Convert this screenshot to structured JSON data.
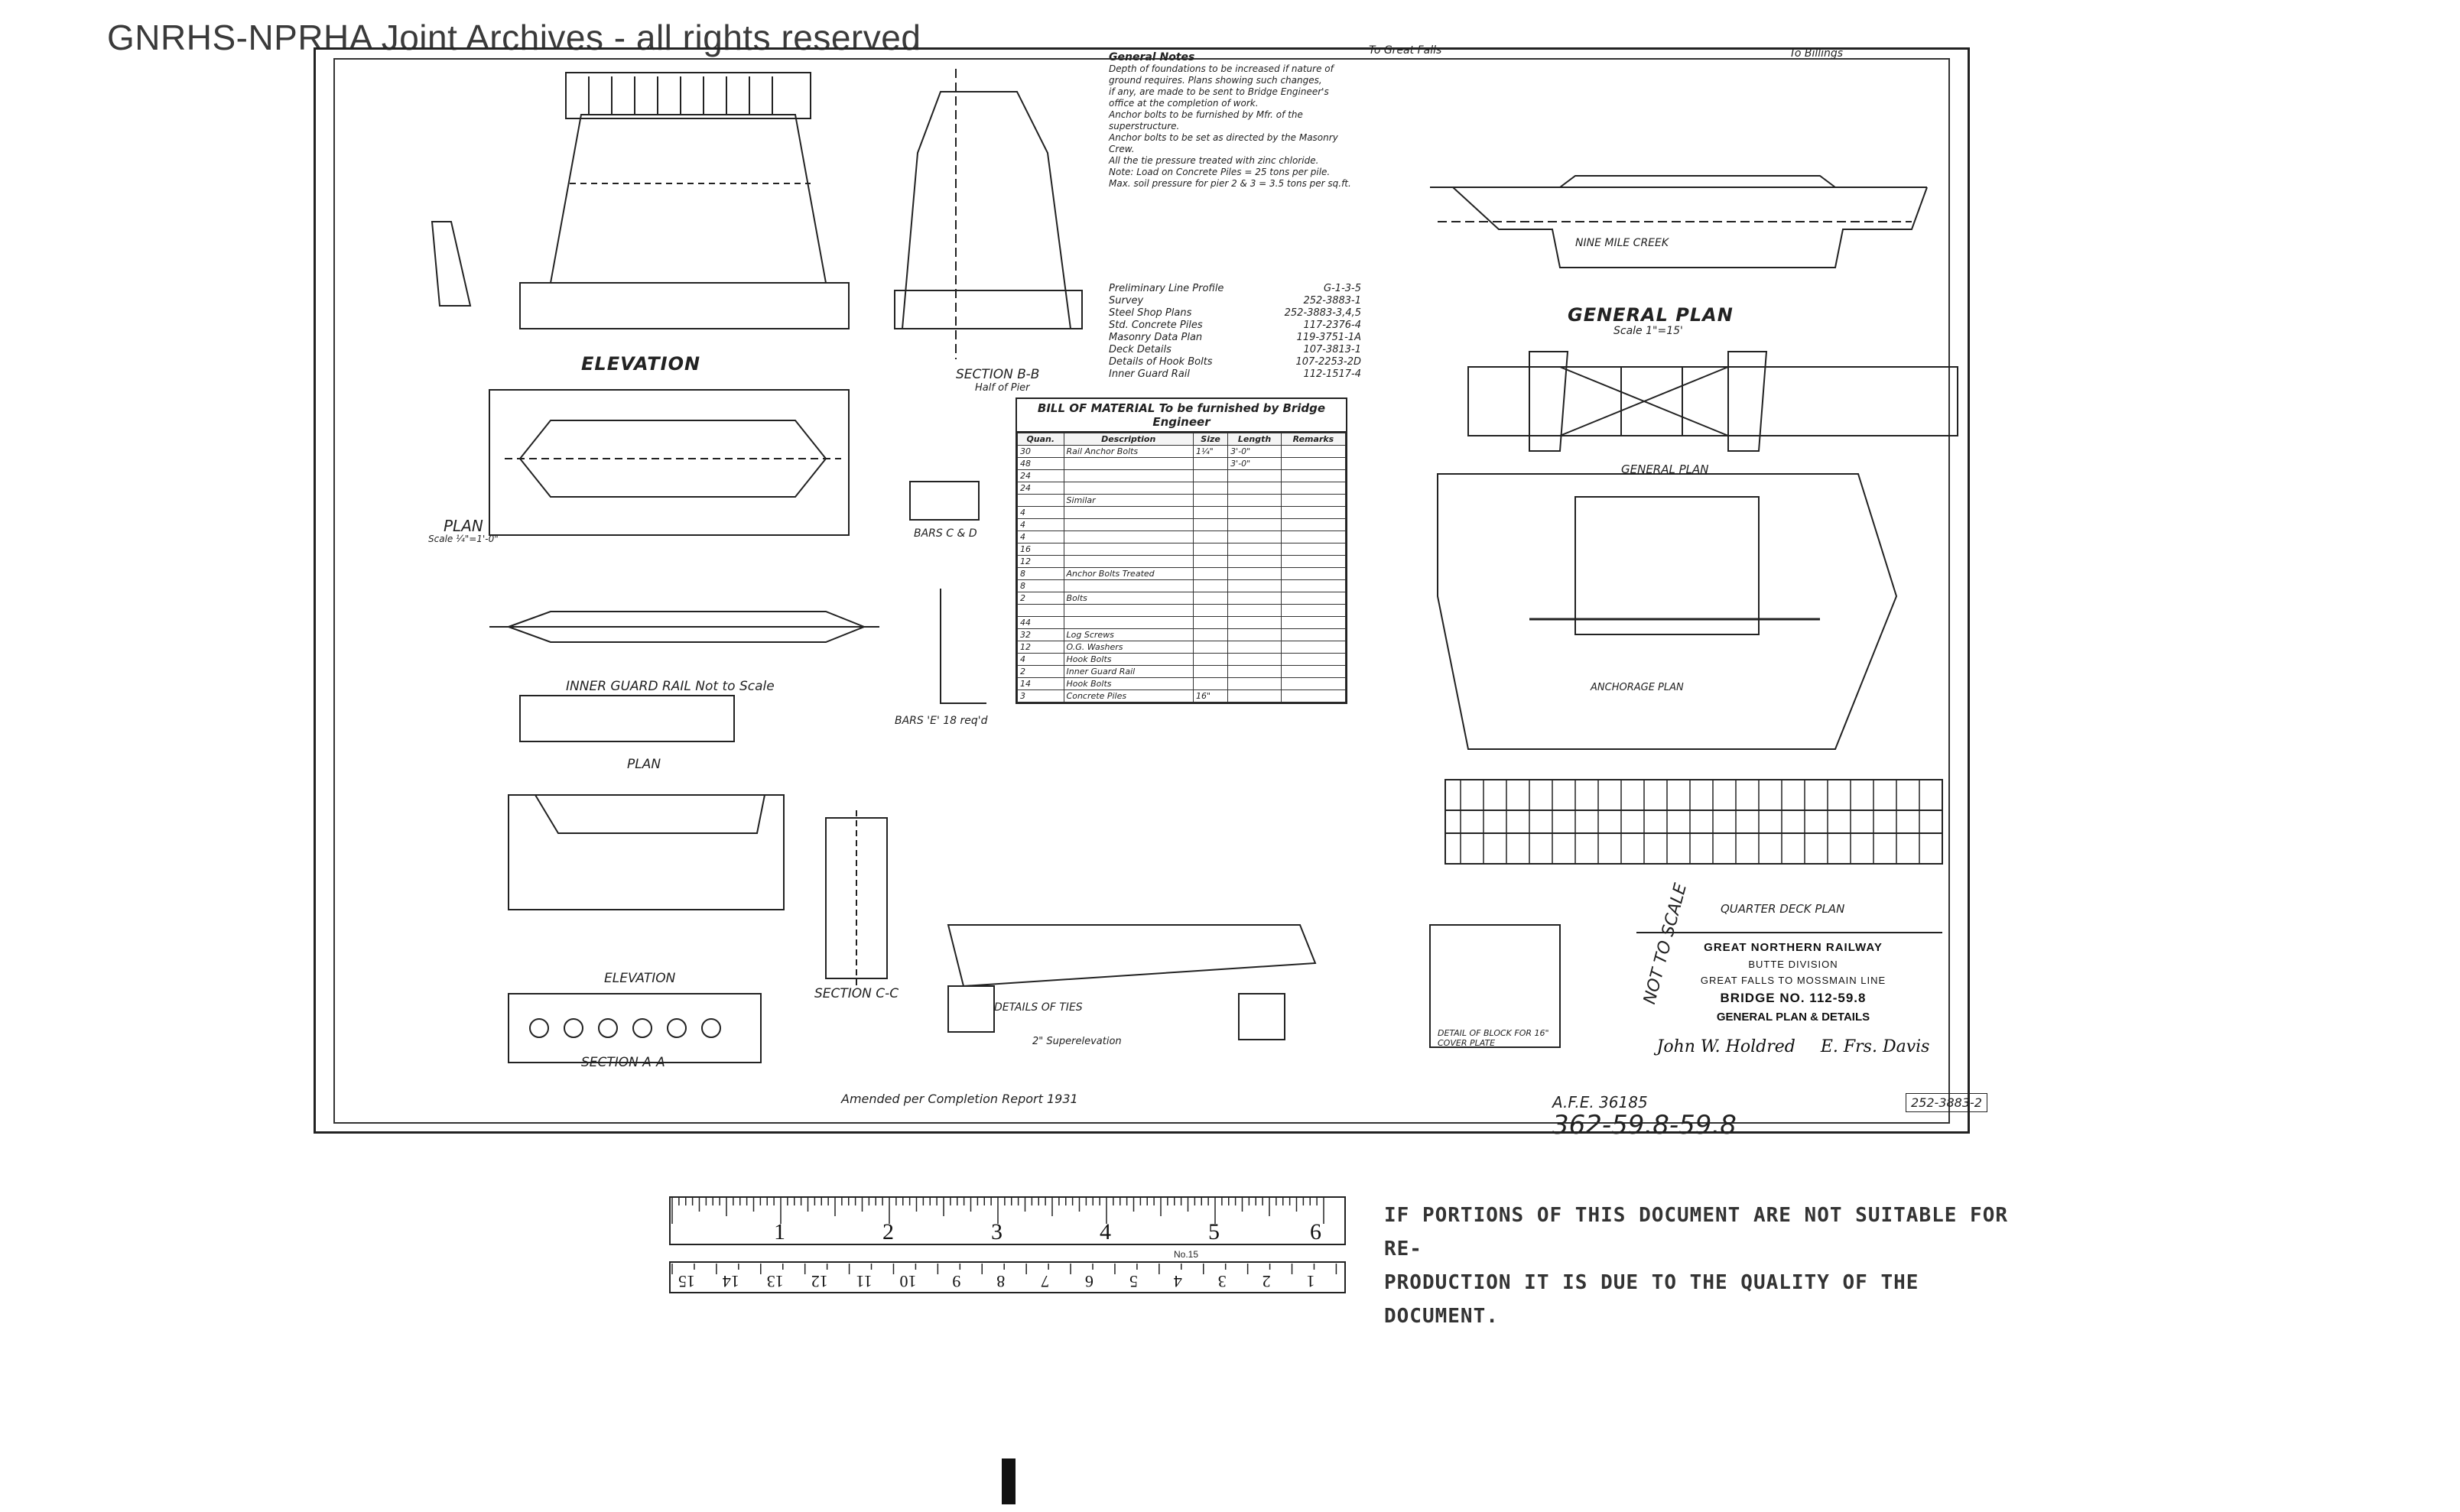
{
  "watermark": "GNRHS-NPRHA Joint Archives - all rights reserved",
  "labels": {
    "elevation": "ELEVATION",
    "plan_left": "PLAN",
    "plan_scale": "Scale ¼\"=1'-0\"",
    "section_bb": "SECTION B-B",
    "section_bb_sub": "Half of Pier",
    "inner_guard_rail": "INNER GUARD RAIL  Not to Scale",
    "plan_mid": "PLAN",
    "elevation_lower": "ELEVATION",
    "section_aa": "SECTION A-A",
    "section_cc": "SECTION C-C",
    "bars_cd": "BARS C & D",
    "bars_e": "BARS 'E' 18 req'd",
    "details_ties": "DETAILS OF TIES",
    "superelevation": "2\" Superelevation",
    "general_plan_title": "GENERAL PLAN",
    "general_plan_scale": "Scale 1\"=15'",
    "general_plan_label": "GENERAL PLAN",
    "anchorage_plan": "ANCHORAGE PLAN",
    "quarter_deck_plan": "QUARTER DECK PLAN",
    "nine_mile_creek": "NINE MILE CREEK",
    "to_great_falls": "To Great Falls",
    "to_billings": "To Billings",
    "detail_block": "DETAIL OF BLOCK FOR 16\" COVER PLATE"
  },
  "notes": {
    "title": "General Notes",
    "lines": [
      "Depth of foundations to be increased if nature of ground requires. Plans showing such changes,",
      "if any, are made to be sent to Bridge Engineer's office at the completion of work.",
      "Anchor bolts to be furnished by Mfr. of the superstructure.",
      "Anchor bolts to be set as directed by the Masonry Crew.",
      "All the tie pressure treated with zinc chloride.",
      "Note: Load on Concrete Piles = 25 tons per pile.",
      "Max. soil pressure for pier 2 & 3 = 3.5 tons per sq.ft."
    ]
  },
  "references": [
    {
      "item": "Preliminary Line Profile",
      "ref": "G-1-3-5"
    },
    {
      "item": "Survey",
      "ref": "252-3883-1"
    },
    {
      "item": "Steel Shop Plans",
      "ref": "252-3883-3,4,5"
    },
    {
      "item": "Std. Concrete Piles",
      "ref": "117-2376-4"
    },
    {
      "item": "Masonry Data Plan",
      "ref": "119-3751-1A"
    },
    {
      "item": "Deck Details",
      "ref": "107-3813-1"
    },
    {
      "item": "Details of Hook Bolts",
      "ref": "107-2253-2D"
    },
    {
      "item": "Inner Guard Rail",
      "ref": "112-1517-4"
    }
  ],
  "bill_of_material": {
    "title": "BILL OF MATERIAL  To be furnished by Bridge Engineer",
    "headers": [
      "Quan.",
      "Description",
      "Size",
      "Length",
      "Remarks"
    ],
    "rows": [
      [
        "30",
        "Rail Anchor Bolts",
        "1¼\"",
        "3'-0\"",
        ""
      ],
      [
        "48",
        "",
        "",
        "3'-0\"",
        ""
      ],
      [
        "24",
        "",
        "",
        "",
        ""
      ],
      [
        "24",
        "",
        "",
        "",
        ""
      ],
      [
        "",
        "Similar",
        "",
        "",
        ""
      ],
      [
        "4",
        "",
        "",
        "",
        ""
      ],
      [
        "4",
        "",
        "",
        "",
        ""
      ],
      [
        "4",
        "",
        "",
        "",
        ""
      ],
      [
        "16",
        "",
        "",
        "",
        ""
      ],
      [
        "12",
        "",
        "",
        "",
        ""
      ],
      [
        "8",
        "Anchor Bolts Treated",
        "",
        "",
        ""
      ],
      [
        "8",
        "",
        "",
        "",
        ""
      ],
      [
        "2",
        "Bolts",
        "",
        "",
        ""
      ],
      [
        "",
        "",
        "",
        "",
        ""
      ],
      [
        "44",
        "",
        "",
        "",
        ""
      ],
      [
        "32",
        "Log Screws",
        "",
        "",
        ""
      ],
      [
        "12",
        "O.G. Washers",
        "",
        "",
        ""
      ],
      [
        "4",
        "Hook Bolts",
        "",
        "",
        ""
      ],
      [
        "2",
        "Inner Guard Rail",
        "",
        "",
        ""
      ],
      [
        "14",
        "Hook Bolts",
        "",
        "",
        ""
      ],
      [
        "3",
        "Concrete Piles",
        "16\"",
        "",
        ""
      ]
    ]
  },
  "title_block": {
    "railway": "GREAT NORTHERN RAILWAY",
    "division": "BUTTE DIVISION",
    "line": "GREAT FALLS TO MOSSMAIN LINE",
    "bridge": "BRIDGE NO. 112-59.8",
    "subject": "GENERAL PLAN & DETAILS",
    "signature_1": "John W. Holdred",
    "signature_2": "E. Frs. Davis"
  },
  "afe": "A.F.E. 36185",
  "drawing_number": "252-3883-2",
  "bridge_id": "362-59.8-59.8",
  "amended_note": "Amended per Completion Report 1931",
  "not_to_scale": "NOT TO SCALE",
  "ruler": {
    "top_numbers": [
      "1",
      "2",
      "3",
      "4",
      "5",
      "6"
    ],
    "bottom_numbers": [
      "15",
      "14",
      "13",
      "12",
      "11",
      "10",
      "9",
      "8",
      "7",
      "6",
      "5",
      "4",
      "3",
      "2",
      "1"
    ],
    "mark": "No.15"
  },
  "disclaimer": {
    "line1": "IF PORTIONS OF THIS DOCUMENT ARE NOT SUITABLE FOR RE-",
    "line2": "PRODUCTION IT IS DUE TO THE QUALITY OF THE DOCUMENT."
  }
}
